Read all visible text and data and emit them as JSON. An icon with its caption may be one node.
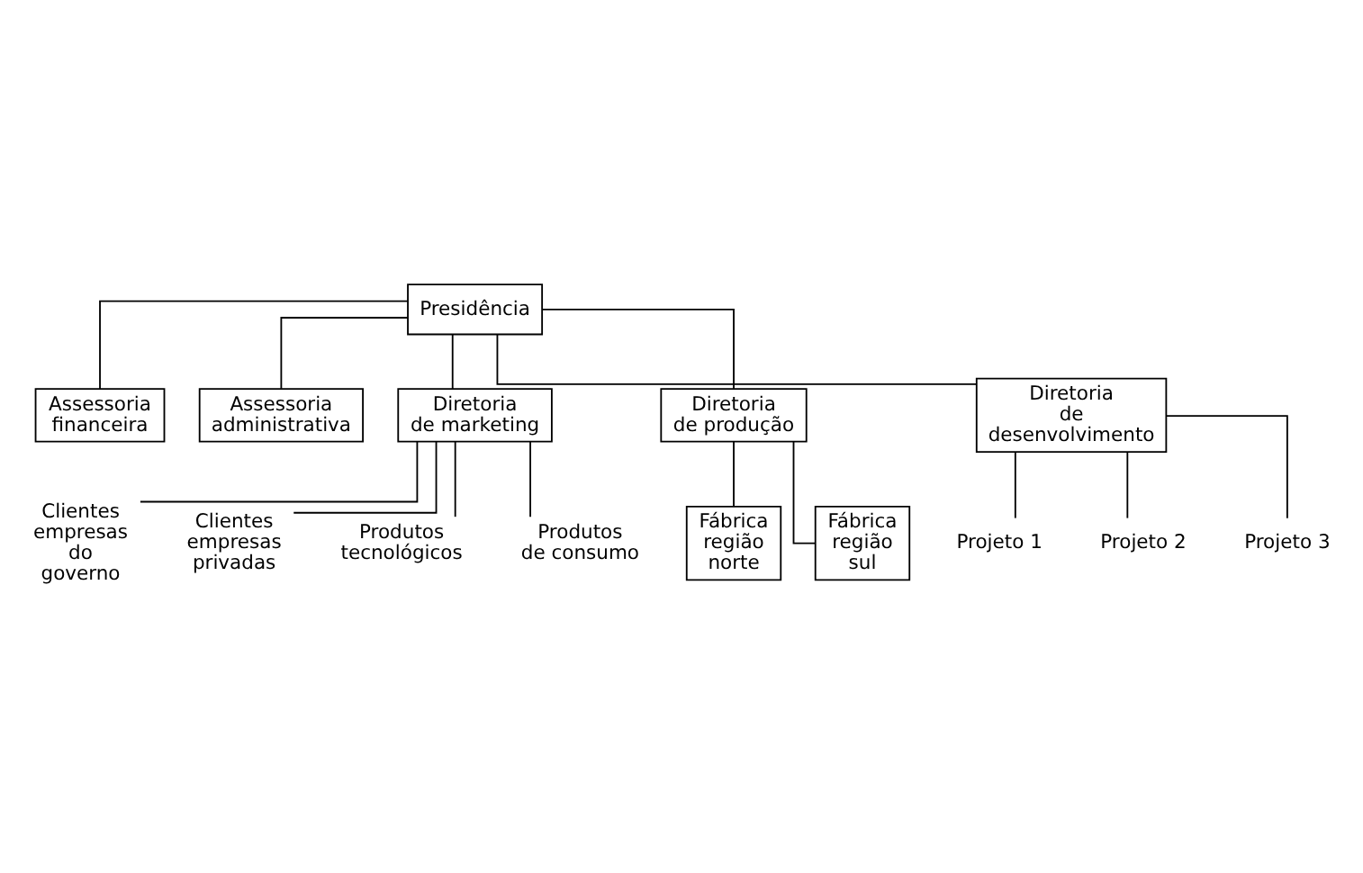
{
  "diagram": {
    "nodes": [
      {
        "text": [
          "Presidência"
        ]
      },
      {
        "text": [
          "Assessoria financeira"
        ]
      },
      {
        "text": [
          "Assessoria administrativa"
        ]
      },
      {
        "text": [
          "Diretoria de marketing"
        ]
      },
      {
        "text": [
          "Diretoria de produção"
        ]
      },
      {
        "text": [
          "Diretoria de desenvolvimento"
        ]
      },
      {
        "text": [
          "Clientes empresas do governo"
        ]
      },
      {
        "text": [
          "Clientes empresas privadas"
        ]
      },
      {
        "text": [
          "Produtos tecnológicos"
        ]
      },
      {
        "text": [
          "Produtos de consumo"
        ]
      },
      {
        "text": [
          "Fábrica região norte"
        ]
      },
      {
        "text": [
          "Fábrica região sul"
        ]
      },
      {
        "text": [
          "Projeto 1"
        ]
      },
      {
        "text": [
          "Projeto 2"
        ]
      },
      {
        "text": [
          "Projeto 3"
        ]
      }
    ],
    "edges": [
      {
        "from": 0,
        "to": 1,
        "arrow": "none"
      },
      {
        "from": 0,
        "to": 2,
        "arrow": "none"
      },
      {
        "from": 0,
        "to": 3,
        "arrow": "none"
      },
      {
        "from": 0,
        "to": 4,
        "arrow": "none"
      },
      {
        "from": 0,
        "to": 5,
        "arrow": "none"
      },
      {
        "from": 3,
        "to": 6,
        "arrow": "none"
      },
      {
        "from": 3,
        "to": 7,
        "arrow": "none"
      },
      {
        "from": 3,
        "to": 8,
        "arrow": "none"
      },
      {
        "from": 3,
        "to": 9,
        "arrow": "none"
      },
      {
        "from": 4,
        "to": 10,
        "arrow": "none"
      },
      {
        "from": 4,
        "to": 11,
        "arrow": "none"
      },
      {
        "from": 5,
        "to": 12,
        "arrow": "none"
      },
      {
        "from": 5,
        "to": 13,
        "arrow": "none"
      },
      {
        "from": 5,
        "to": 14,
        "arrow": "none"
      }
    ]
  }
}
